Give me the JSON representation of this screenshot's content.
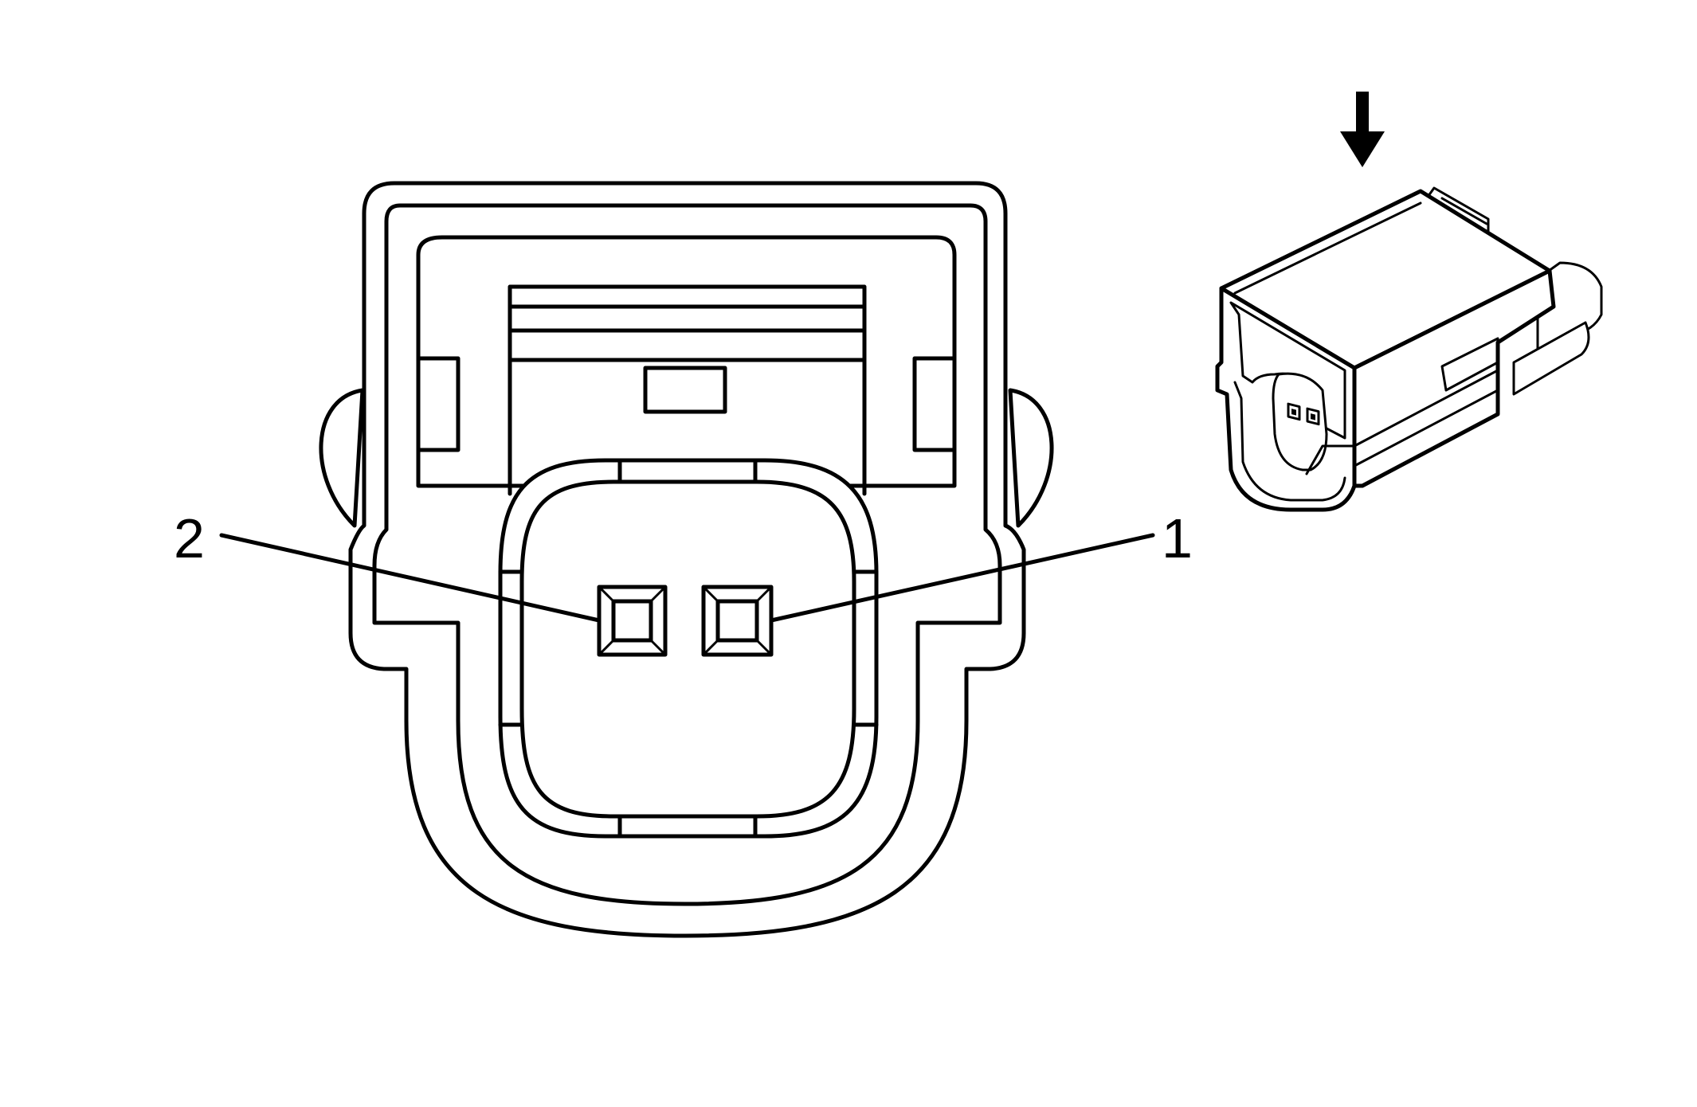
{
  "diagram": {
    "pin_labels": [
      {
        "id": "pin-1",
        "label": "1"
      },
      {
        "id": "pin-2",
        "label": "2"
      }
    ],
    "line_color": "#000000",
    "background": "#ffffff",
    "icons": [
      "down-arrow-icon",
      "connector-3d-icon"
    ]
  }
}
